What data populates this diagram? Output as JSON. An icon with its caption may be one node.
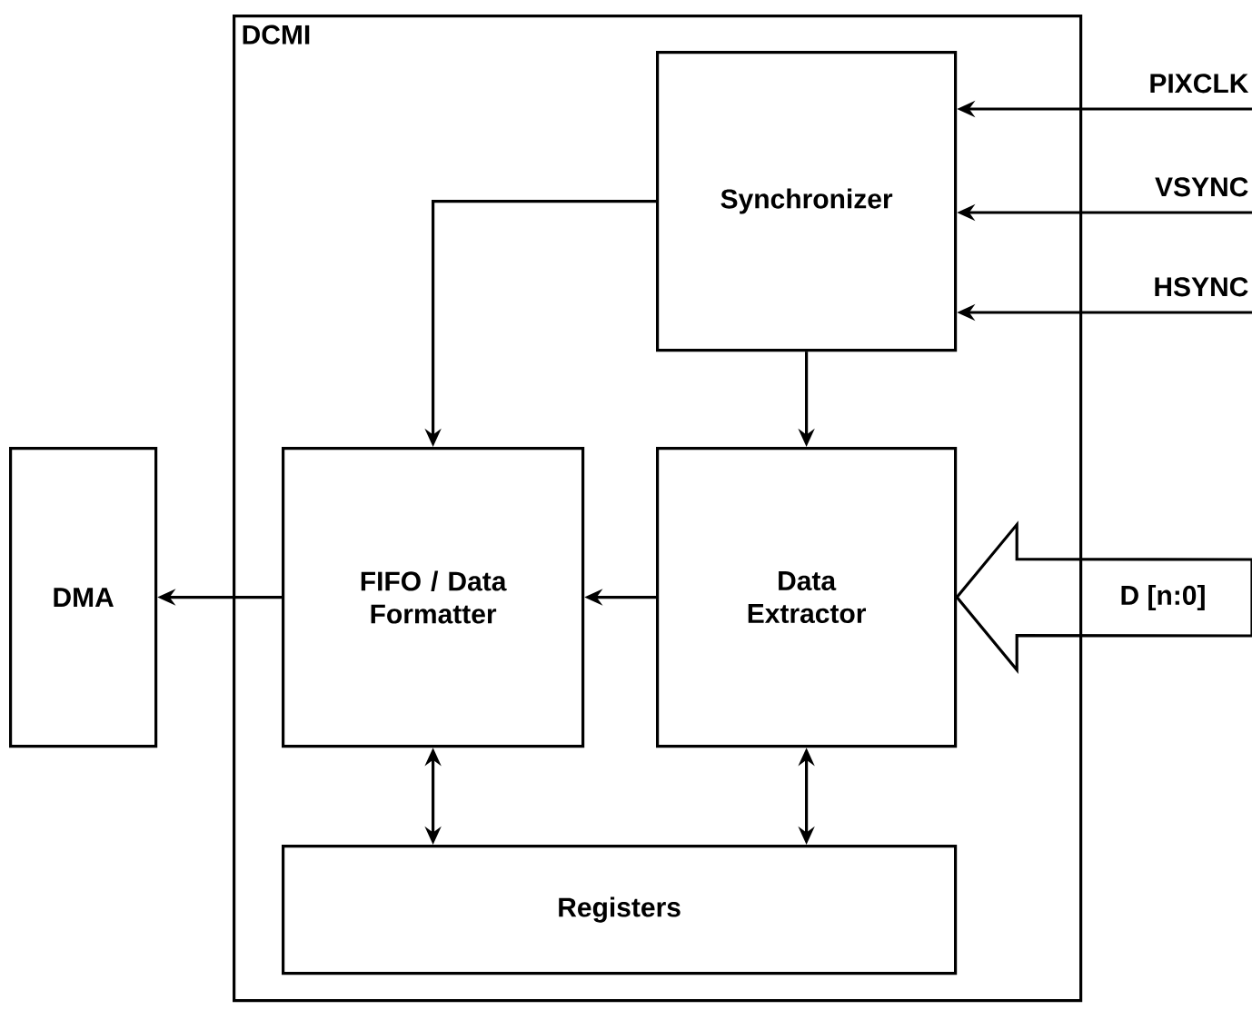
{
  "diagram": {
    "nodes": [
      {
        "text": [
          "DCMI"
        ]
      },
      {
        "text": [
          "Synchronizer"
        ],
        "in": 0
      },
      {
        "text": [
          "FIFO / Data Formatter"
        ],
        "in": 0
      },
      {
        "text": [
          "Data Extractor"
        ],
        "in": 0
      },
      {
        "text": [
          "Registers"
        ],
        "in": 0
      },
      {
        "text": [
          "DMA"
        ]
      }
    ],
    "edges": [
      {
        "from": null,
        "to": 1,
        "arrow": "to",
        "label": "PIXCLK"
      },
      {
        "from": null,
        "to": 1,
        "arrow": "to",
        "label": "VSYNC"
      },
      {
        "from": null,
        "to": 1,
        "arrow": "to",
        "label": "HSYNC"
      },
      {
        "from": null,
        "to": 3,
        "arrow": "to",
        "label": "D [n:0]",
        "style": "thick"
      },
      {
        "from": 1,
        "to": 2,
        "arrow": "to"
      },
      {
        "from": 1,
        "to": 3,
        "arrow": "to"
      },
      {
        "from": 3,
        "to": 2,
        "arrow": "to"
      },
      {
        "from": 2,
        "to": 5,
        "arrow": "to"
      },
      {
        "from": 2,
        "to": 4,
        "arrow": "both"
      },
      {
        "from": 3,
        "to": 4,
        "arrow": "both"
      }
    ]
  }
}
